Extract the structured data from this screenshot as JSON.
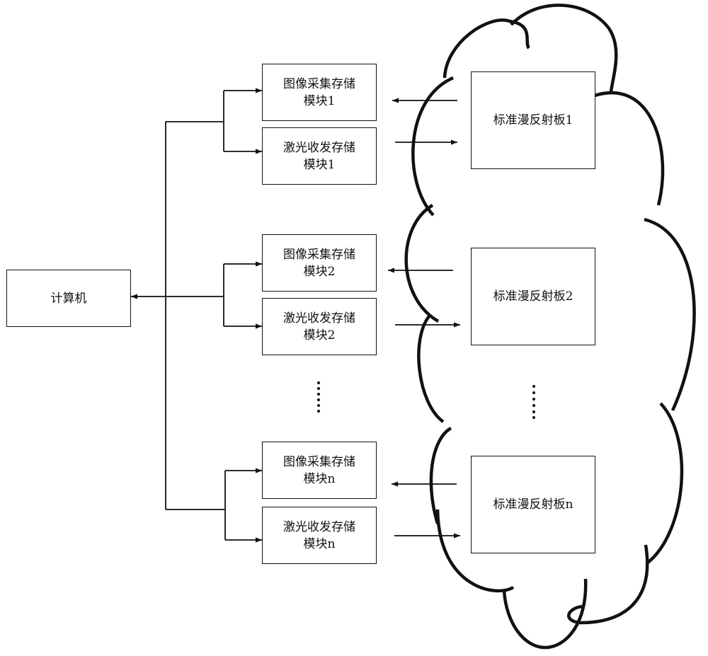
{
  "computer": {
    "label": "计算机"
  },
  "module_groups": [
    {
      "image_module": "图像采集存储\n模块1",
      "laser_module": "激光收发存储\n模块1",
      "reflector": "标准漫反射板1"
    },
    {
      "image_module": "图像采集存储\n模块2",
      "laser_module": "激光收发存储\n模块2",
      "reflector": "标准漫反射板2"
    },
    {
      "image_module": "图像采集存储\n模块n",
      "laser_module": "激光收发存储\n模块n",
      "reflector": "标准漫反射板n"
    }
  ],
  "ellipsis": {
    "left": "⋮",
    "right": "⋮"
  },
  "colors": {
    "stroke": "#111111",
    "background": "#ffffff"
  }
}
